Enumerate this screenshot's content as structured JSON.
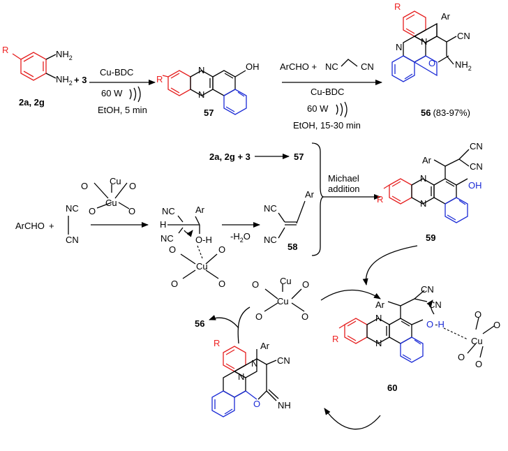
{
  "labels": {
    "r": "R",
    "nh2": "NH",
    "two": "2",
    "cmpd_2a2g": "2a, 2g",
    "plus3": "+ 3",
    "cond1_cat": "Cu-BDC",
    "cond1_w": "60 W",
    "cond1_time": "EtOH, 5 min",
    "oh": "OH",
    "cmpd57": "57",
    "archo_plus": "ArCHO +",
    "nc": "NC",
    "cn": "CN",
    "cond2_cat": "Cu-BDC",
    "cond2_w": "60 W",
    "cond2_time": "EtOH, 15-30 min",
    "ar": "Ar",
    "n": "N",
    "o": "O",
    "cmpd56": "56",
    "yield56": "(83-97%)",
    "eq_lhs": "2a, 2g + 3",
    "michael_1": "Michael",
    "michael_2": "addition",
    "cmpd59": "59",
    "cu": "Cu",
    "archo": "ArCHO",
    "plus": "+",
    "h": "H",
    "oh_h": "O-H",
    "minus_water": "-H",
    "water_o": "O",
    "cmpd58": "58",
    "cmpd60": "60",
    "cmpd56_cycle": "56",
    "o_h_bond": "O",
    "h_blue": "H",
    "nh": "NH"
  }
}
